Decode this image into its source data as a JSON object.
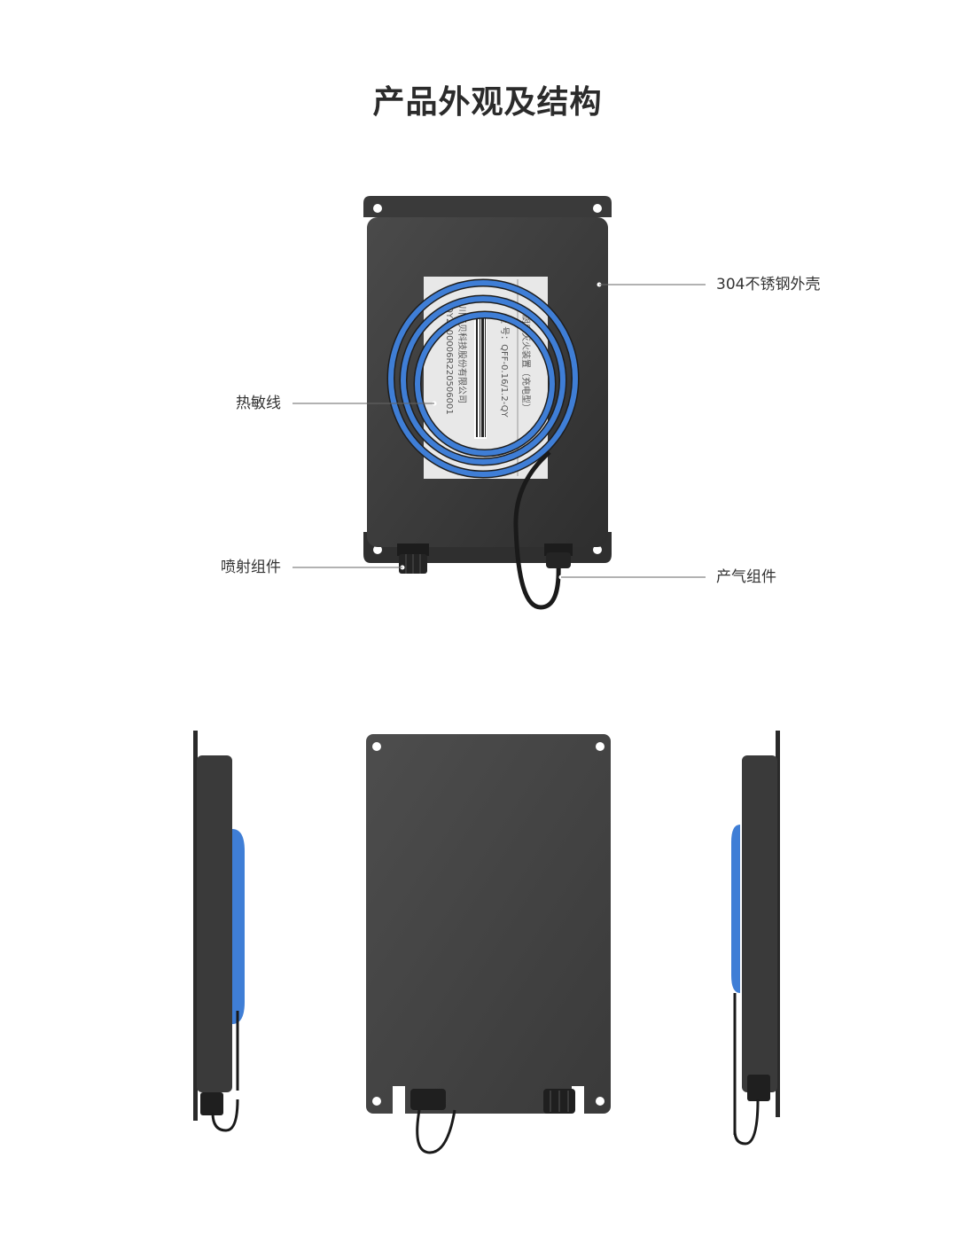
{
  "title": "产品外观及结构",
  "callouts": {
    "housing": "304不锈钢外壳",
    "thermal_wire": "热敏线",
    "spray_assembly": "喷射组件",
    "gas_assembly": "产气组件"
  },
  "nameplate": {
    "line1": "厨房灭火装置（充电型）",
    "line2": "型 号：QFF-0.16/1.2-QY",
    "line3": "QY2100006R220506001",
    "line4": "川干贝科技股份有限公司"
  },
  "colors": {
    "housing": "#3f3f3f",
    "coil": "#3f7ed6",
    "cable": "#1a1a1a"
  }
}
